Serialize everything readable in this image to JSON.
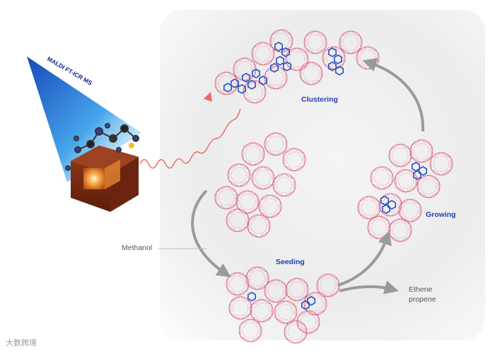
{
  "labels": {
    "technique": "MALDI FT-ICR MS",
    "clustering": "Clustering",
    "growing": "Growing",
    "seeding": "Seeding",
    "methanol": "Methanol",
    "ethene": "Ethene",
    "propene": "propene"
  },
  "watermark": "大数跨境",
  "colors": {
    "label_blue": "#1f3fb0",
    "cage_pink": "#d9506e",
    "aromatic_blue": "#2a52c9",
    "arrow_gray": "#9a9a9a",
    "cube_brown": "#7a2a12",
    "beam_blue": "#1a6bd8",
    "wave_red": "#e86a6a"
  }
}
